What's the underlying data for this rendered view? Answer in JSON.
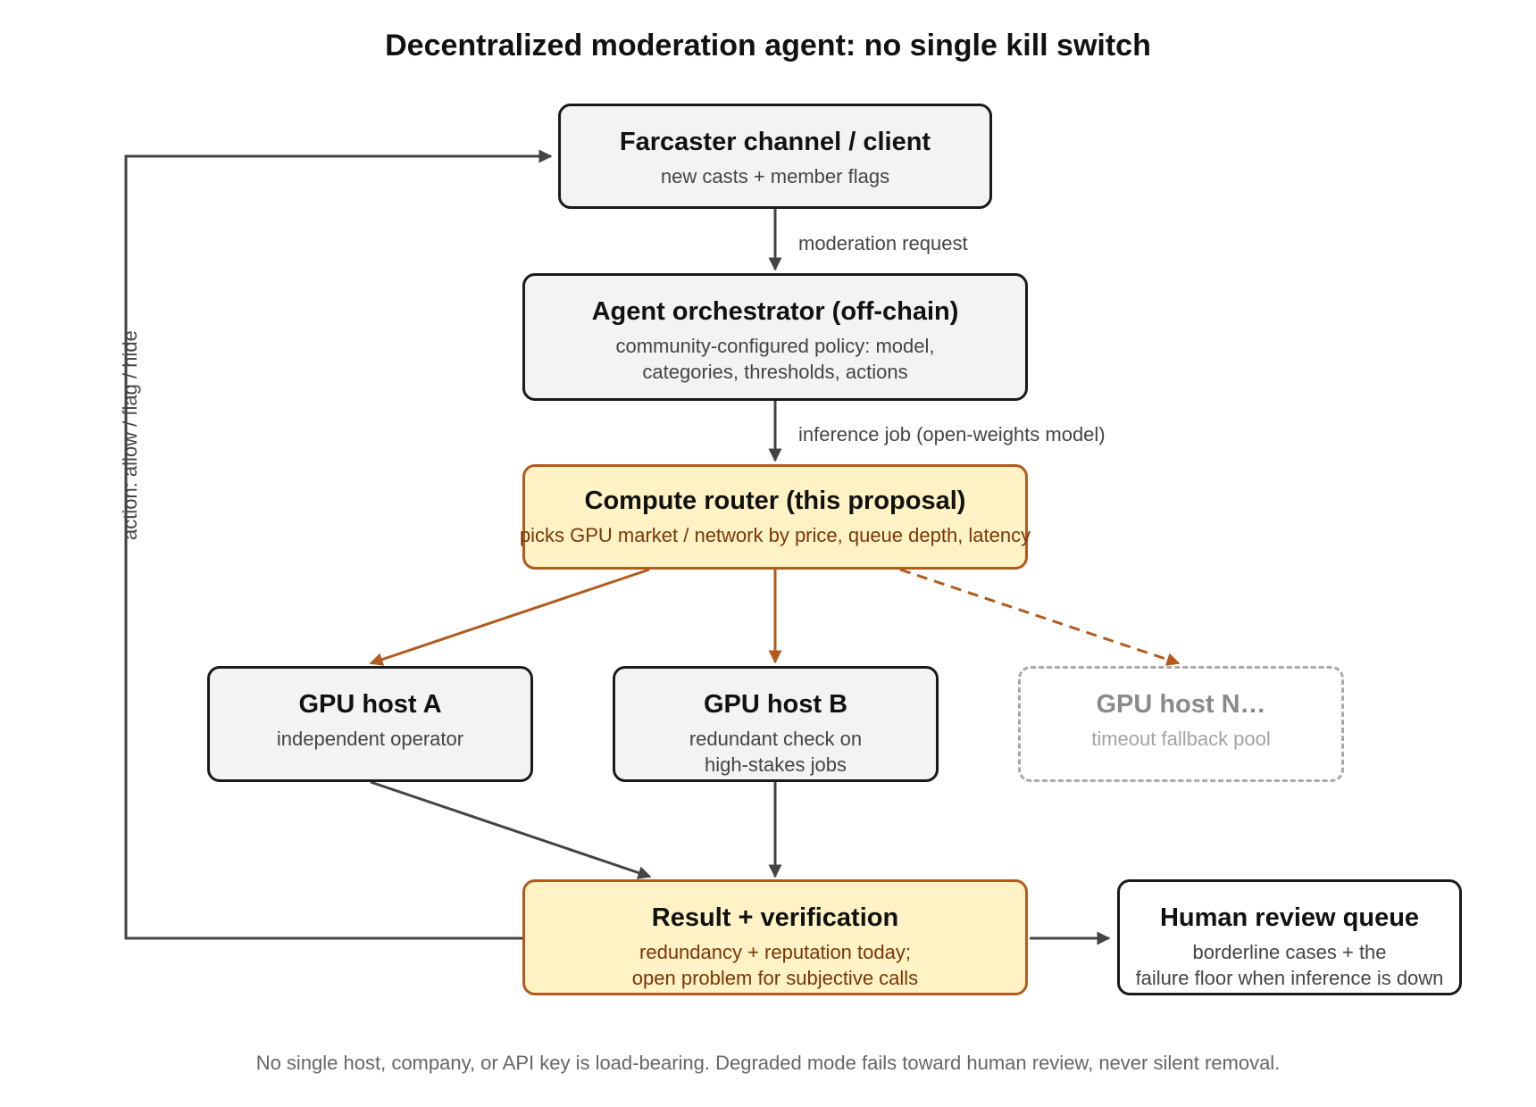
{
  "title": "Decentralized moderation agent: no single kill switch",
  "nodes": {
    "client": {
      "title": "Farcaster channel / client",
      "sub": "new casts + member flags"
    },
    "orchestrator": {
      "title": "Agent orchestrator (off-chain)",
      "sub1": "community-configured policy: model,",
      "sub2": "categories, thresholds, actions"
    },
    "router": {
      "title": "Compute router (this proposal)",
      "sub": "picks GPU market / network by price, queue depth, latency"
    },
    "host_a": {
      "title": "GPU host A",
      "sub": "independent operator"
    },
    "host_b": {
      "title": "GPU host B",
      "sub1": "redundant check on",
      "sub2": "high-stakes jobs"
    },
    "host_n": {
      "title": "GPU host N…",
      "sub": "timeout fallback pool"
    },
    "result": {
      "title": "Result + verification",
      "sub1": "redundancy + reputation today;",
      "sub2": "open problem for subjective calls"
    },
    "human": {
      "title": "Human review queue",
      "sub1": "borderline cases + the",
      "sub2": "failure floor when inference is down"
    }
  },
  "edges": {
    "moderation_request": "moderation request",
    "inference_job": "inference job (open-weights model)",
    "action": "action: allow / flag / hide"
  },
  "footer": "No single host, company, or API key is load-bearing. Degraded mode fails toward human review, never silent removal.",
  "colors": {
    "dark": "#444444",
    "accent": "#b35a1c",
    "yellow_fill": "#fff2c4",
    "gray_fill": "#f3f3f3"
  }
}
